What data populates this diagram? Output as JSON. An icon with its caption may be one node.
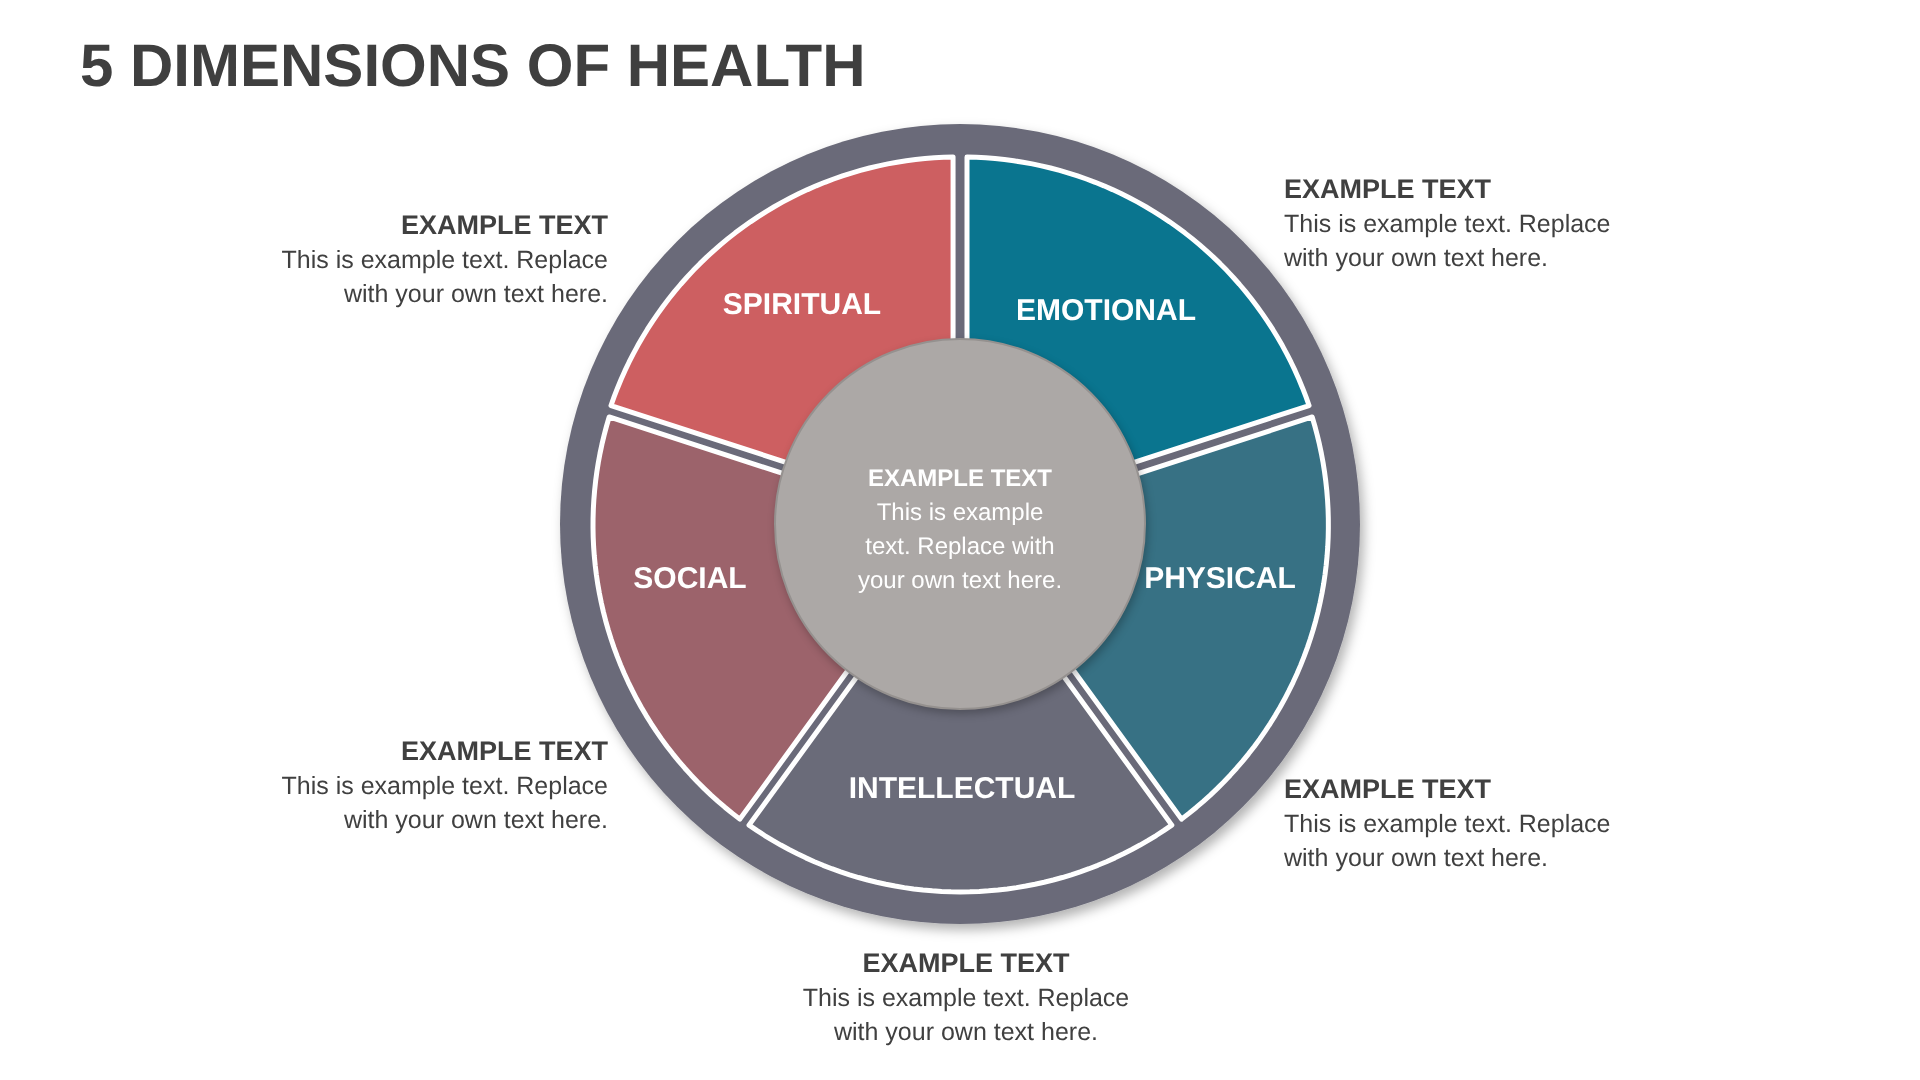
{
  "diagram": {
    "title": "5 DIMENSIONS OF HEALTH",
    "nodes": [
      {
        "text": [
          "SPIRITUAL"
        ],
        "beside": [
          "EXAMPLE TEXT",
          "This is example text. Replace with your own text here."
        ]
      },
      {
        "text": [
          "EMOTIONAL"
        ],
        "beside": [
          "EXAMPLE TEXT",
          "This is example text. Replace with your own text here."
        ]
      },
      {
        "text": [
          "PHYSICAL"
        ],
        "beside": [
          "EXAMPLE TEXT",
          "This is example text. Replace with your own text here."
        ]
      },
      {
        "text": [
          "INTELLECTUAL"
        ],
        "beside": [
          "EXAMPLE TEXT",
          "This is example text. Replace with your own text here."
        ]
      },
      {
        "text": [
          "SOCIAL"
        ],
        "beside": [
          "EXAMPLE TEXT",
          "This is example text. Replace with your own text here."
        ]
      },
      {
        "text": [
          "EXAMPLE TEXT",
          "This is example text. Replace with your own text here."
        ]
      }
    ]
  }
}
